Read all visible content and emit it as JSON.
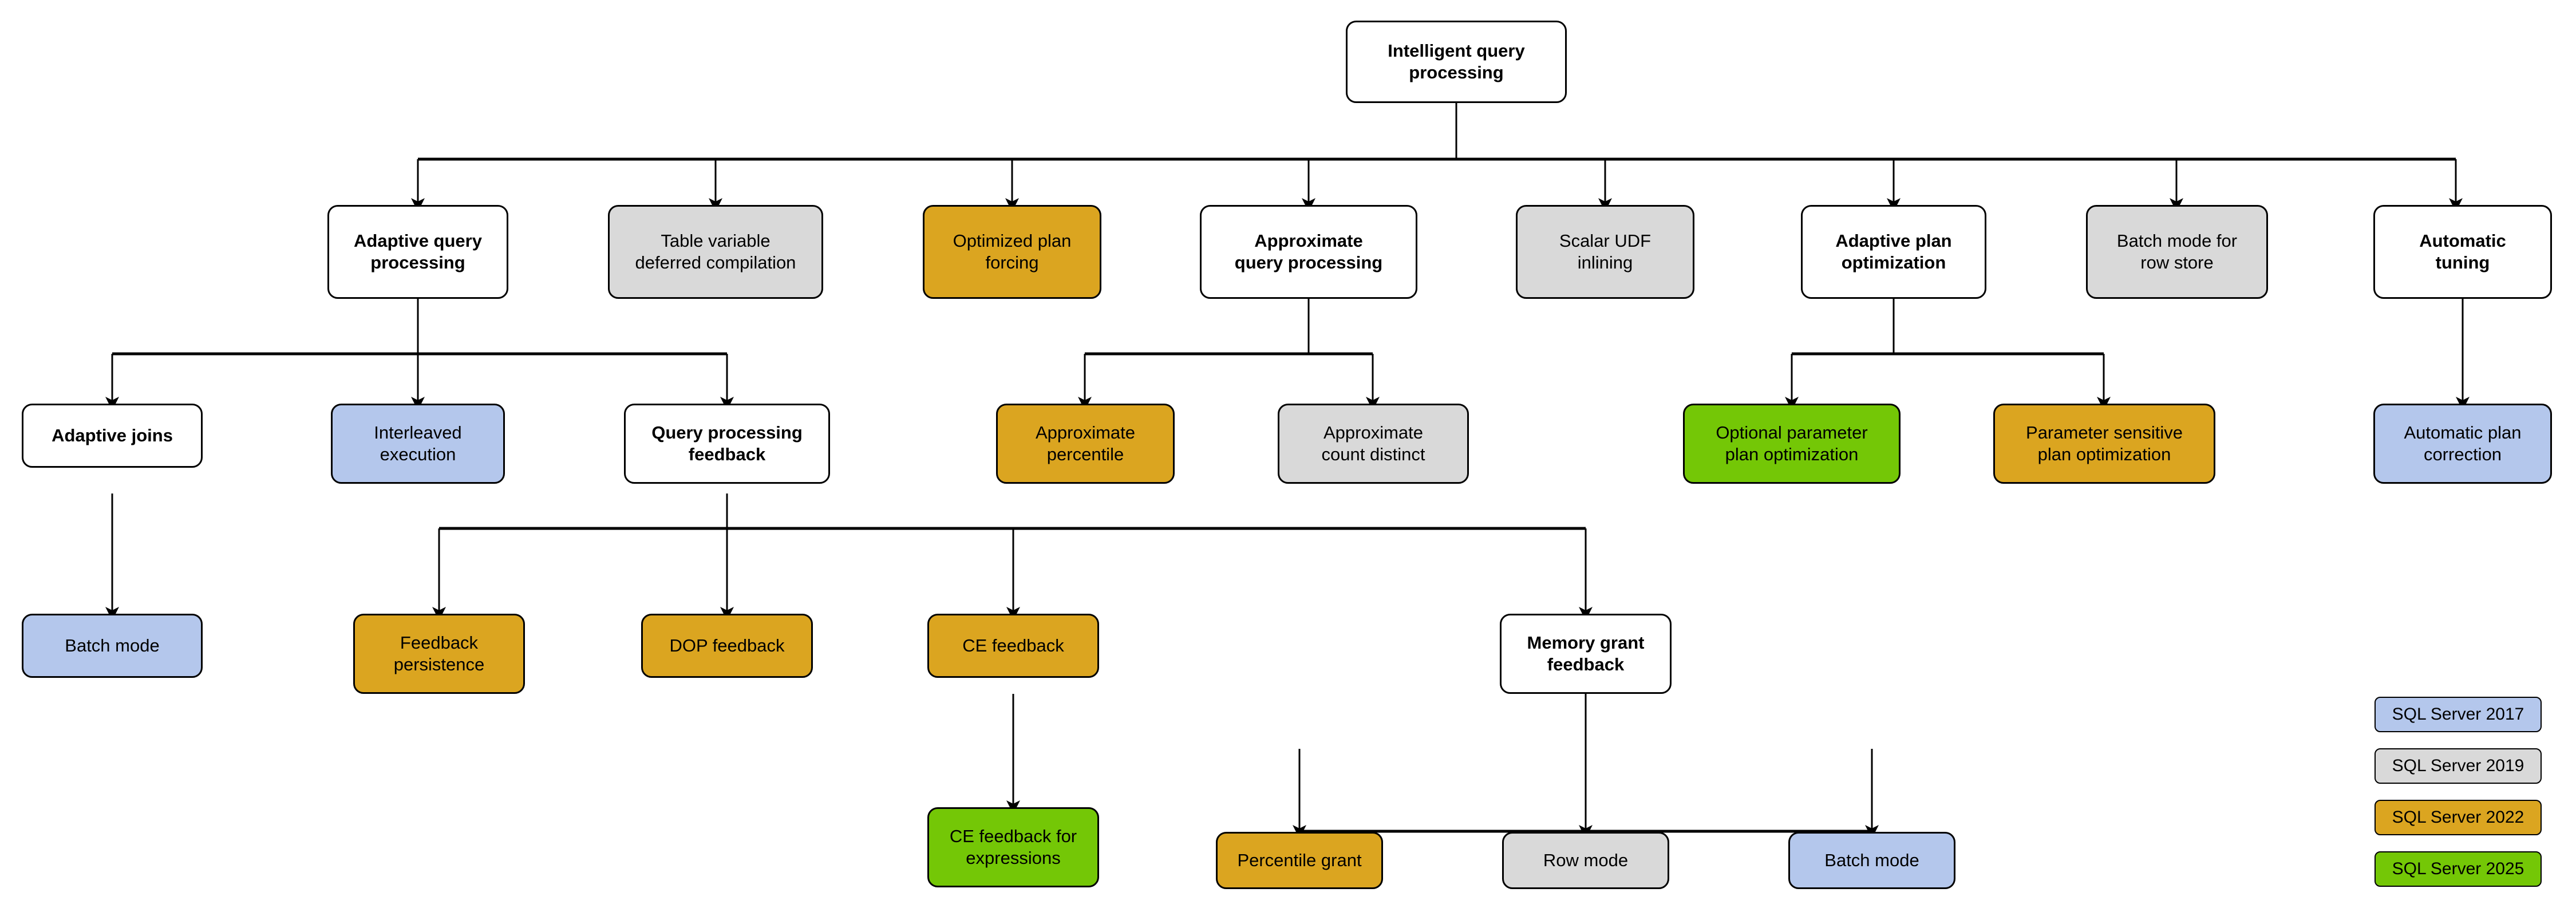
{
  "diagram": {
    "title": "Intelligent query processing",
    "type": "hierarchy-tree",
    "palette": {
      "white": "#ffffff",
      "gray": "#d9d9d9",
      "orange": "#dba520",
      "green": "#74c706",
      "blue": "#b4c7ec",
      "stroke": "#000000"
    },
    "nodes": {
      "root": {
        "label": "Intelligent query\nprocessing",
        "fill": "white",
        "bold": true
      },
      "adaptive_query_processing": {
        "label": "Adaptive query\nprocessing",
        "fill": "white",
        "bold": true
      },
      "table_variable_deferred_compilation": {
        "label": "Table variable\ndeferred compilation",
        "fill": "gray",
        "bold": false
      },
      "optimized_plan_forcing": {
        "label": "Optimized plan\nforcing",
        "fill": "orange",
        "bold": false
      },
      "approximate_query_processing": {
        "label": "Approximate\nquery processing",
        "fill": "white",
        "bold": true
      },
      "scalar_udf_inlining": {
        "label": "Scalar UDF\ninlining",
        "fill": "gray",
        "bold": false
      },
      "adaptive_plan_optimization": {
        "label": "Adaptive plan\noptimization",
        "fill": "white",
        "bold": true
      },
      "batch_mode_for_row_store": {
        "label": "Batch mode for\nrow store",
        "fill": "gray",
        "bold": false
      },
      "automatic_tuning": {
        "label": "Automatic\ntuning",
        "fill": "white",
        "bold": true
      },
      "adaptive_joins": {
        "label": "Adaptive joins",
        "fill": "white",
        "bold": true
      },
      "interleaved_execution": {
        "label": "Interleaved\nexecution",
        "fill": "blue",
        "bold": false
      },
      "query_processing_feedback": {
        "label": "Query processing\nfeedback",
        "fill": "white",
        "bold": true
      },
      "approximate_percentile": {
        "label": "Approximate\npercentile",
        "fill": "orange",
        "bold": false
      },
      "approximate_count_distinct": {
        "label": "Approximate\ncount distinct",
        "fill": "gray",
        "bold": false
      },
      "optional_parameter_plan_optimization": {
        "label": "Optional parameter\nplan optimization",
        "fill": "green",
        "bold": false
      },
      "parameter_sensitive_plan_optimization": {
        "label": "Parameter sensitive\nplan optimization",
        "fill": "orange",
        "bold": false
      },
      "automatic_plan_correction": {
        "label": "Automatic plan\ncorrection",
        "fill": "blue",
        "bold": false
      },
      "batch_mode_adaptive_joins": {
        "label": "Batch mode",
        "fill": "blue",
        "bold": false
      },
      "feedback_persistence": {
        "label": "Feedback\npersistence",
        "fill": "orange",
        "bold": false
      },
      "dop_feedback": {
        "label": "DOP feedback",
        "fill": "orange",
        "bold": false
      },
      "ce_feedback": {
        "label": "CE feedback",
        "fill": "orange",
        "bold": false
      },
      "memory_grant_feedback": {
        "label": "Memory grant\nfeedback",
        "fill": "white",
        "bold": true
      },
      "ce_feedback_for_expressions": {
        "label": "CE feedback for\nexpressions",
        "fill": "green",
        "bold": false
      },
      "percentile_grant": {
        "label": "Percentile grant",
        "fill": "orange",
        "bold": false
      },
      "row_mode": {
        "label": "Row mode",
        "fill": "gray",
        "bold": false
      },
      "batch_mode_memory_grant": {
        "label": "Batch mode",
        "fill": "blue",
        "bold": false
      }
    },
    "edges": [
      {
        "from": "root",
        "to": "adaptive_query_processing"
      },
      {
        "from": "root",
        "to": "table_variable_deferred_compilation"
      },
      {
        "from": "root",
        "to": "optimized_plan_forcing"
      },
      {
        "from": "root",
        "to": "approximate_query_processing"
      },
      {
        "from": "root",
        "to": "scalar_udf_inlining"
      },
      {
        "from": "root",
        "to": "adaptive_plan_optimization"
      },
      {
        "from": "root",
        "to": "batch_mode_for_row_store"
      },
      {
        "from": "root",
        "to": "automatic_tuning"
      },
      {
        "from": "adaptive_query_processing",
        "to": "adaptive_joins"
      },
      {
        "from": "adaptive_query_processing",
        "to": "interleaved_execution"
      },
      {
        "from": "adaptive_query_processing",
        "to": "query_processing_feedback"
      },
      {
        "from": "approximate_query_processing",
        "to": "approximate_percentile"
      },
      {
        "from": "approximate_query_processing",
        "to": "approximate_count_distinct"
      },
      {
        "from": "adaptive_plan_optimization",
        "to": "optional_parameter_plan_optimization"
      },
      {
        "from": "adaptive_plan_optimization",
        "to": "parameter_sensitive_plan_optimization"
      },
      {
        "from": "automatic_tuning",
        "to": "automatic_plan_correction"
      },
      {
        "from": "adaptive_joins",
        "to": "batch_mode_adaptive_joins"
      },
      {
        "from": "query_processing_feedback",
        "to": "feedback_persistence"
      },
      {
        "from": "query_processing_feedback",
        "to": "dop_feedback"
      },
      {
        "from": "query_processing_feedback",
        "to": "ce_feedback"
      },
      {
        "from": "query_processing_feedback",
        "to": "memory_grant_feedback"
      },
      {
        "from": "ce_feedback",
        "to": "ce_feedback_for_expressions"
      },
      {
        "from": "memory_grant_feedback",
        "to": "percentile_grant"
      },
      {
        "from": "memory_grant_feedback",
        "to": "row_mode"
      },
      {
        "from": "memory_grant_feedback",
        "to": "batch_mode_memory_grant"
      }
    ]
  },
  "legend": {
    "items": [
      {
        "label": "SQL Server 2017",
        "fill": "blue"
      },
      {
        "label": "SQL Server 2019",
        "fill": "gray"
      },
      {
        "label": "SQL Server 2022",
        "fill": "orange"
      },
      {
        "label": "SQL Server 2025",
        "fill": "green"
      }
    ]
  }
}
